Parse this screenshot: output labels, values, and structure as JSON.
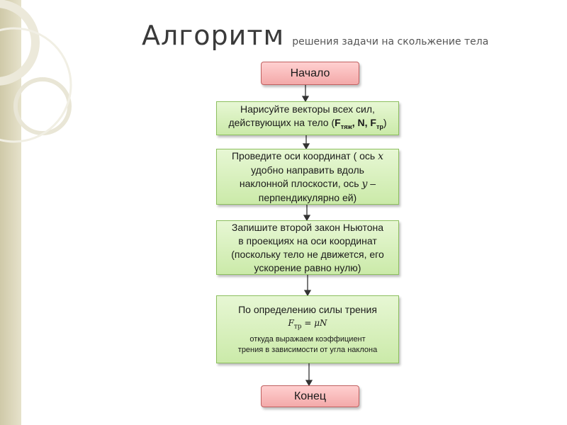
{
  "title": {
    "main": "Алгоритм",
    "sub": "решения задачи на скольжение тела"
  },
  "flow": {
    "start": "Начало",
    "step1": {
      "line1": "Нарисуйте векторы всех сил,",
      "line2_prefix": "действующих на тело (",
      "f_gravity": "F",
      "f_gravity_sub": "тяж",
      "sep1": ", N, ",
      "f_friction": "F",
      "f_friction_sub": "тр",
      "line2_suffix": ")"
    },
    "step2": {
      "line1_prefix": "Проведите оси координат ( ось ",
      "axis_x": "x",
      "line2": "удобно направить вдоль",
      "line3_prefix": "наклонной плоскости, ось ",
      "axis_y": "y",
      "line3_suffix": " –",
      "line4": "перпендикулярно ей)"
    },
    "step3": {
      "line1": "Запишите второй закон Ньютона",
      "line2": "в проекциях на оси координат",
      "line3": "(поскольку тело не движется, его",
      "line4": "ускорение равно нулю)"
    },
    "step4": {
      "line1": "По определению силы трения",
      "formula_lhs": "F",
      "formula_sub": "тр",
      "formula_rhs": " = μN",
      "line2": "откуда выражаем коэффициент",
      "line3": "трения в зависимости от угла наклона"
    },
    "end": "Конец"
  },
  "colors": {
    "terminal_fill": "#f3a9a9",
    "process_fill": "#cbeaa9",
    "arrow": "#333333"
  }
}
